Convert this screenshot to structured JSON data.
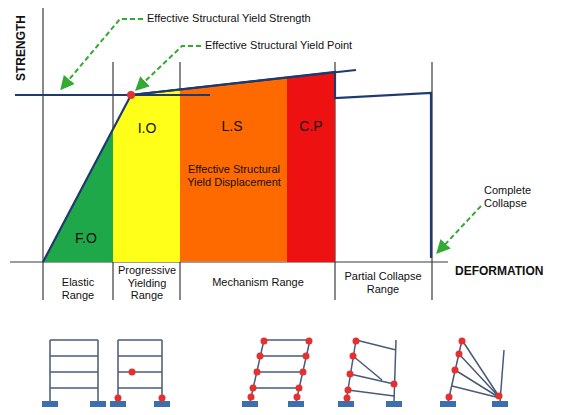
{
  "diagram": {
    "nodes": [
      {
        "text": [
          "F.O"
        ]
      },
      {
        "text": [
          "I.O"
        ]
      },
      {
        "text": [
          "L.S",
          "Effective Structural Yield Displacement"
        ]
      },
      {
        "text": [
          "C.P"
        ]
      }
    ],
    "labels": [
      "STRENGTH",
      "Effective Structural Yield Strength",
      "Effective Structural Yield Point",
      "DEFORMATION",
      "Complete Collapse",
      "Elastic Range",
      "Progressive Yielding Range",
      "Mechanism Range",
      "Partial Collapse Range"
    ]
  }
}
